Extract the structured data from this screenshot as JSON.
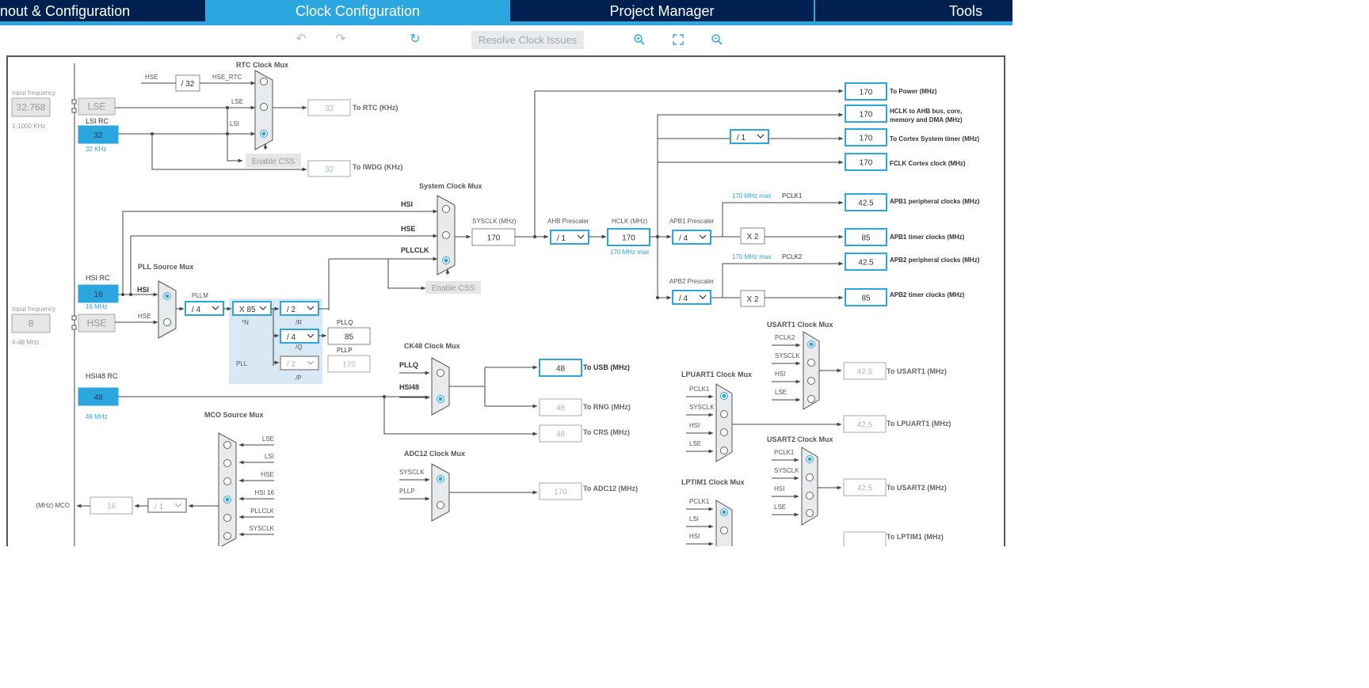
{
  "tabs": [
    {
      "label": "nout & Configuration",
      "active": false
    },
    {
      "label": "Clock Configuration",
      "active": true
    },
    {
      "label": "Project Manager",
      "active": false
    },
    {
      "label": "Tools",
      "active": false
    }
  ],
  "toolbar": {
    "undo_icon": "undo-icon",
    "redo_icon": "redo-icon",
    "refresh_icon": "refresh-icon",
    "resolve_label": "Resolve Clock Issues",
    "zoom_in_icon": "zoom-in-icon",
    "fit_icon": "fit-icon",
    "zoom_out_icon": "zoom-out-icon"
  },
  "colors": {
    "accent": "#2ba6de",
    "nav": "#00214f",
    "line": "#444444",
    "disabled": "#a8b8c8"
  },
  "diagram": {
    "rtc_mux_title": "RTC Clock Mux",
    "hse_label": "HSE",
    "div32": "/ 32",
    "hse_rtc": "HSE_RTC",
    "input_frequency_label": "Input frequency",
    "lse_freq": "32.768",
    "lse_range": "1-1000 KHz",
    "lse_label": "LSE",
    "lsi_rc_label": "LSI RC",
    "lsi_value": "32",
    "lsi_khz": "32 KHz",
    "mux_lse": "LSE",
    "mux_lsi": "LSI",
    "rtc_value": "32",
    "to_rtc": "To RTC (KHz)",
    "enable_css": "Enable CSS",
    "iwdg_value": "32",
    "to_iwdg": "To IWDG (KHz)",
    "sys_mux_title": "System Clock Mux",
    "sys_hsi": "HSI",
    "sys_hse": "HSE",
    "sys_pllclk": "PLLCLK",
    "sysclk_label": "SYSCLK (MHz)",
    "sysclk_value": "170",
    "ahb_prescaler_label": "AHB Prescaler",
    "ahb_value": "/ 1",
    "hclk_label": "HCLK (MHz)",
    "hclk_value": "170",
    "hclk_max": "170 MHz max",
    "apb1_prescaler_label": "APB1 Prescaler",
    "apb1_value": "/ 4",
    "apb1_x2": "X 2",
    "apb1_max": "170 MHz max",
    "pclk1": "PCLK1",
    "apb2_max": "170 MHz max",
    "pclk2": "PCLK2",
    "apb2_prescaler_label": "APB2 Prescaler",
    "apb2_value": "/ 4",
    "apb2_x2": "X 2",
    "cortex_div": "/ 1",
    "out_power_value": "170",
    "out_power_label": "To Power (MHz)",
    "out_hclk_value": "170",
    "out_hclk_label1": "HCLK to AHB bus, core,",
    "out_hclk_label2": "memory and DMA (MHz)",
    "out_cortex_value": "170",
    "out_cortex_label": "To Cortex System timer (MHz)",
    "out_fclk_value": "170",
    "out_fclk_label": "FCLK Cortex clock (MHz)",
    "out_apb1p_value": "42.5",
    "out_apb1p_label": "APB1 peripheral clocks (MHz)",
    "out_apb1t_value": "85",
    "out_apb1t_label": "APB1 timer clocks (MHz)",
    "out_apb2p_value": "42.5",
    "out_apb2p_label": "APB2 peripheral clocks (MHz)",
    "out_apb2t_value": "85",
    "out_apb2t_label": "APB2 timer clocks (MHz)",
    "pll_src_title": "PLL Source Mux",
    "hsi_rc_label": "HSI RC",
    "hsi_value": "16",
    "hsi_mhz": "16 MHz",
    "pll_in_hsi": "HSI",
    "pll_in_hse": "HSE",
    "hse_in_freq_label": "Input frequency",
    "hse_freq": "8",
    "hse_range": "4-48 MHz",
    "hse_box_label": "HSE",
    "pllm_label": "PLLM",
    "pllm_value": "/ 4",
    "pll_n_value": "X 85",
    "pll_n_label": "*N",
    "pll_r_value": "/ 2",
    "pll_r_label": "/R",
    "pll_q_value": "/ 4",
    "pll_q_label": "/Q",
    "pll_p_value": "/ 2",
    "pll_p_label": "/P",
    "pll_label": "PLL",
    "pllq_label": "PLLQ",
    "pllq_value": "85",
    "pllp_label": "PLLP",
    "pllp_value": "170",
    "ck48_title": "CK48 Clock Mux",
    "ck48_pllq": "PLLQ",
    "ck48_hsi48": "HSI48",
    "hsi48_rc_label": "HSI48 RC",
    "hsi48_value": "48",
    "hsi48_mhz": "48 MHz",
    "usb_value": "48",
    "usb_label": "To USB (MHz)",
    "rng_value": "48",
    "rng_label": "To RNG (MHz)",
    "crs_value": "48",
    "crs_label": "To CRS (MHz)",
    "adc_title": "ADC12 Clock Mux",
    "adc_sysclk": "SYSCLK",
    "adc_pllp": "PLLP",
    "adc_value": "170",
    "adc_label": "To ADC12 (MHz)",
    "mco_title": "MCO Source Mux",
    "mco_lse": "LSE",
    "mco_lsi": "LSI",
    "mco_hse": "HSE",
    "mco_hsi16": "HSI 16",
    "mco_pllclk": "PLLCLK",
    "mco_sysclk": "SYSCLK",
    "mco_div": "/ 1",
    "mco_value": "16",
    "mco_label": "(MHz) MCO",
    "usart1_title": "USART1 Clock Mux",
    "usart1_pclk2": "PCLK2",
    "usart1_sysclk": "SYSCLK",
    "usart1_hsi": "HSI",
    "usart1_lse": "LSE",
    "usart1_value": "42.5",
    "usart1_label": "To USART1 (MHz)",
    "lpuart1_title": "LPUART1 Clock Mux",
    "lpuart1_pclk1": "PCLK1",
    "lpuart1_sysclk": "SYSCLK",
    "lpuart1_hsi": "HSI",
    "lpuart1_lse": "LSE",
    "lpuart1_value": "42.5",
    "lpuart1_label": "To LPUART1 (MHz)",
    "usart2_title": "USART2 Clock Mux",
    "usart2_pclk1": "PCLK1",
    "usart2_sysclk": "SYSCLK",
    "usart2_hsi": "HSI",
    "usart2_lse": "LSE",
    "usart2_value": "42.5",
    "usart2_label": "To USART2 (MHz)",
    "lptim1_title": "LPTIM1 Clock Mux",
    "lptim1_pclk1": "PCLK1",
    "lptim1_lsi": "LSI",
    "lptim1_hsi": "HSI",
    "lptim1_label": "To LPTIM1 (MHz)"
  }
}
